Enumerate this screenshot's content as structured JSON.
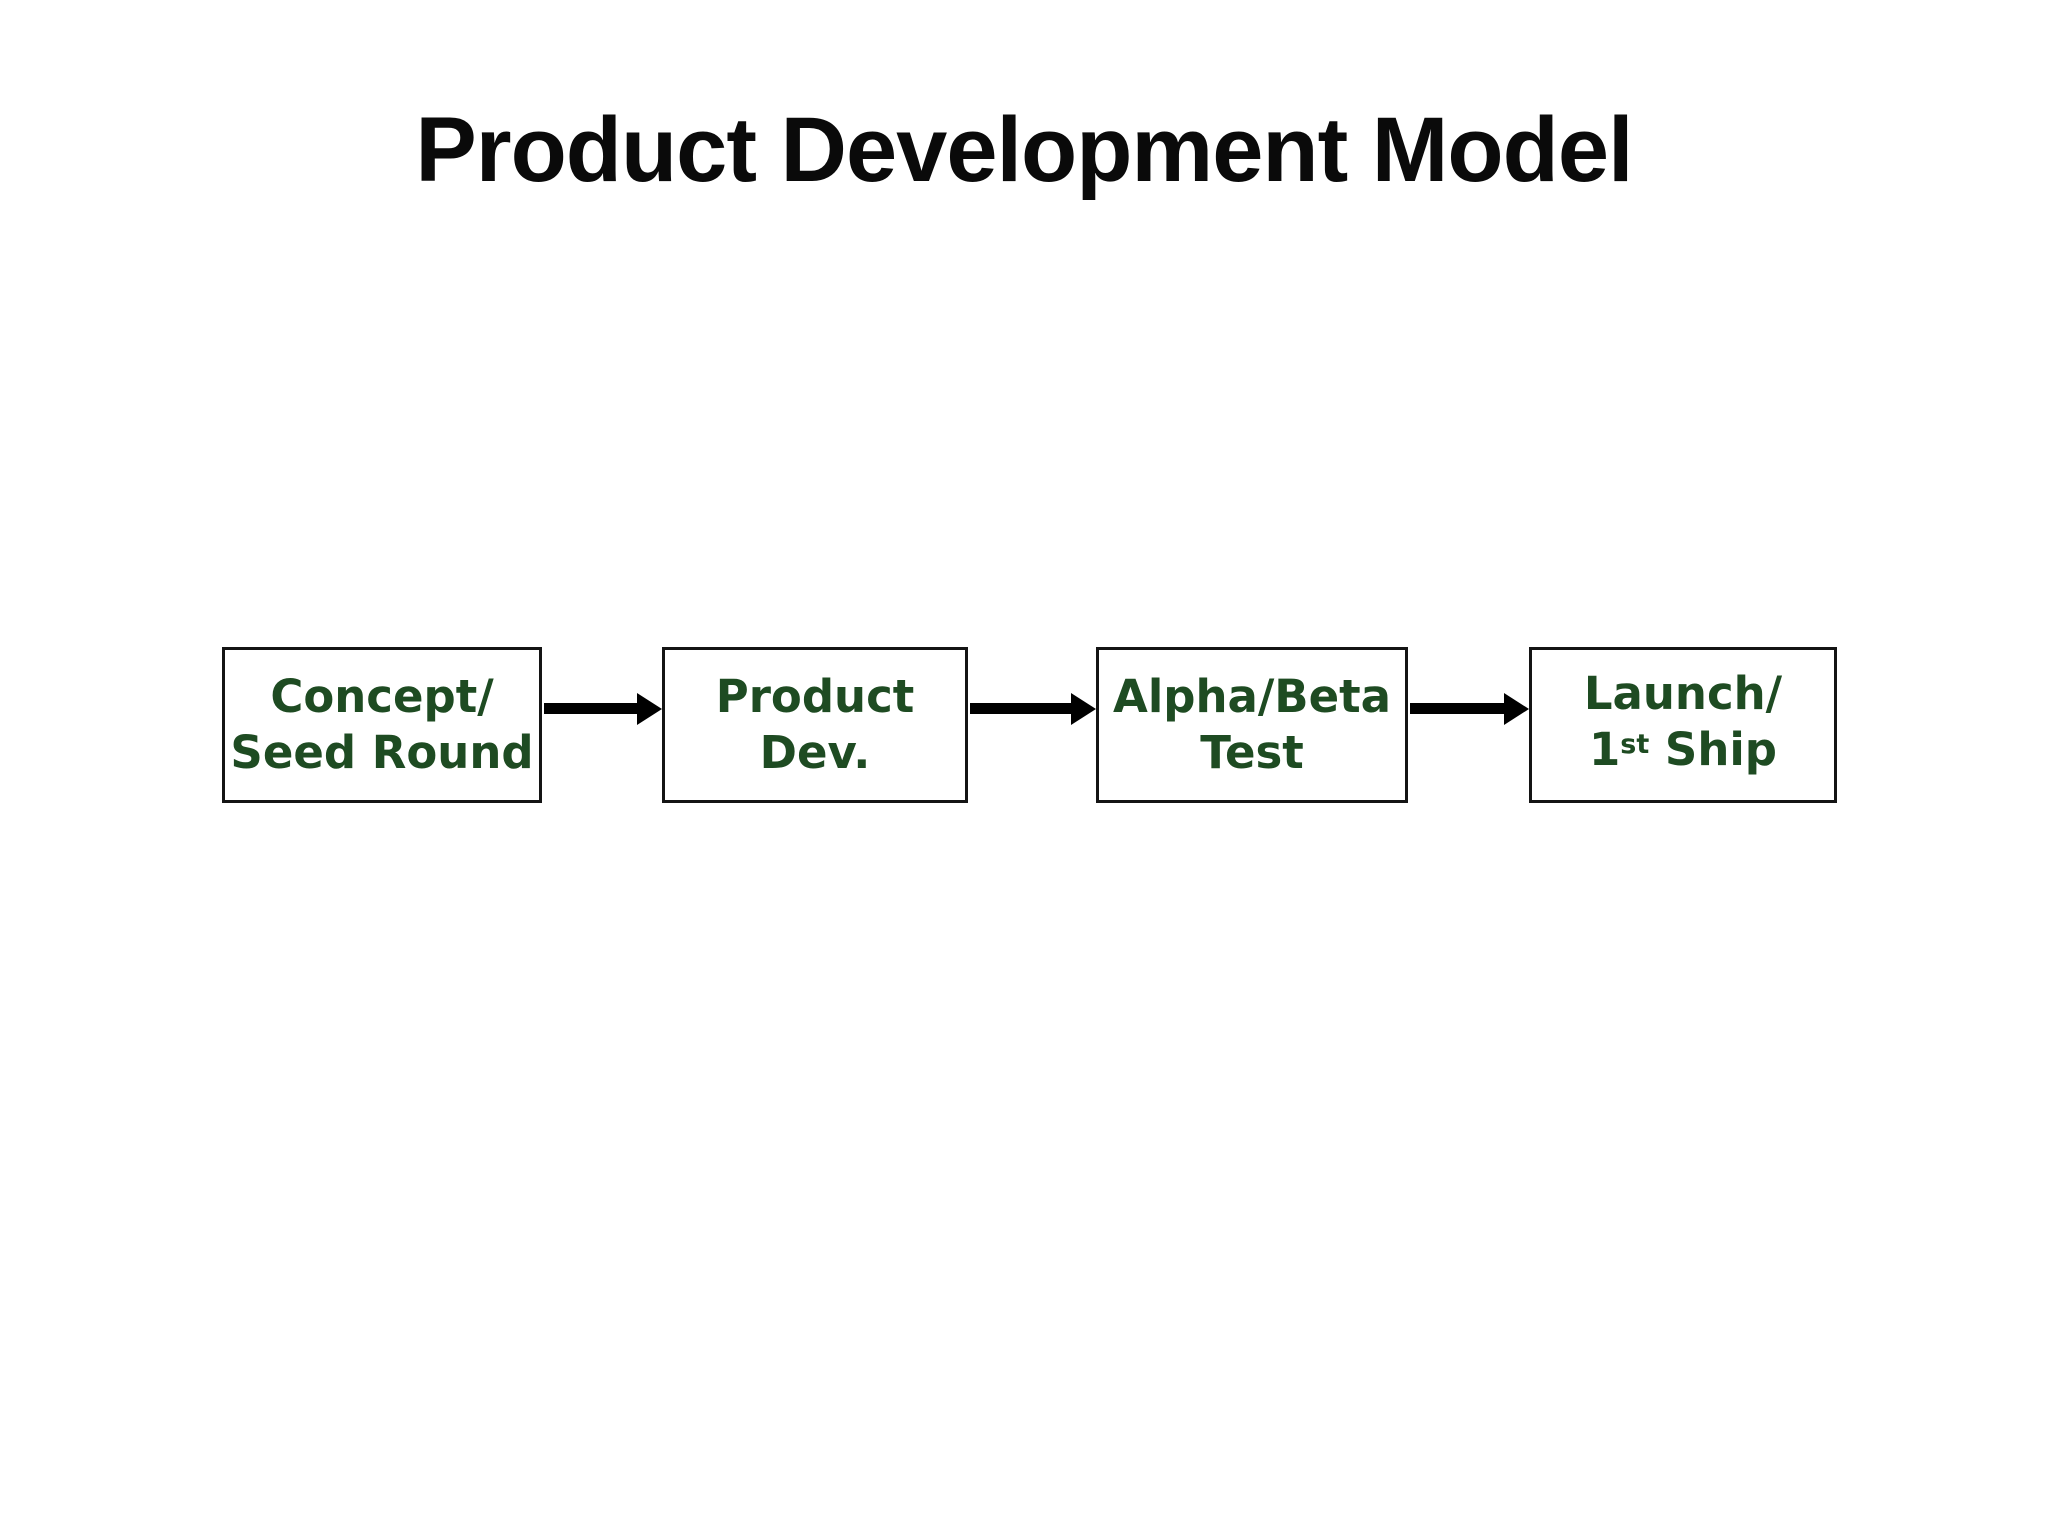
{
  "slide": {
    "title": "Product Development Model"
  },
  "colors": {
    "background": "#ffffff",
    "title_text": "#0a0a0a",
    "box_text": "#1e4b22",
    "box_border": "#141414",
    "arrow": "#000000"
  },
  "diagram": {
    "steps": [
      {
        "line1": "Concept/",
        "line2": "Seed Round"
      },
      {
        "line1": "Product",
        "line2": "Dev."
      },
      {
        "line1": "Alpha/Beta",
        "line2": "Test"
      },
      {
        "line1": "Launch/",
        "line2_base": "1",
        "line2_sup": "st",
        "line2_rest": " Ship"
      }
    ],
    "connector_icon": "arrow-right-icon"
  }
}
